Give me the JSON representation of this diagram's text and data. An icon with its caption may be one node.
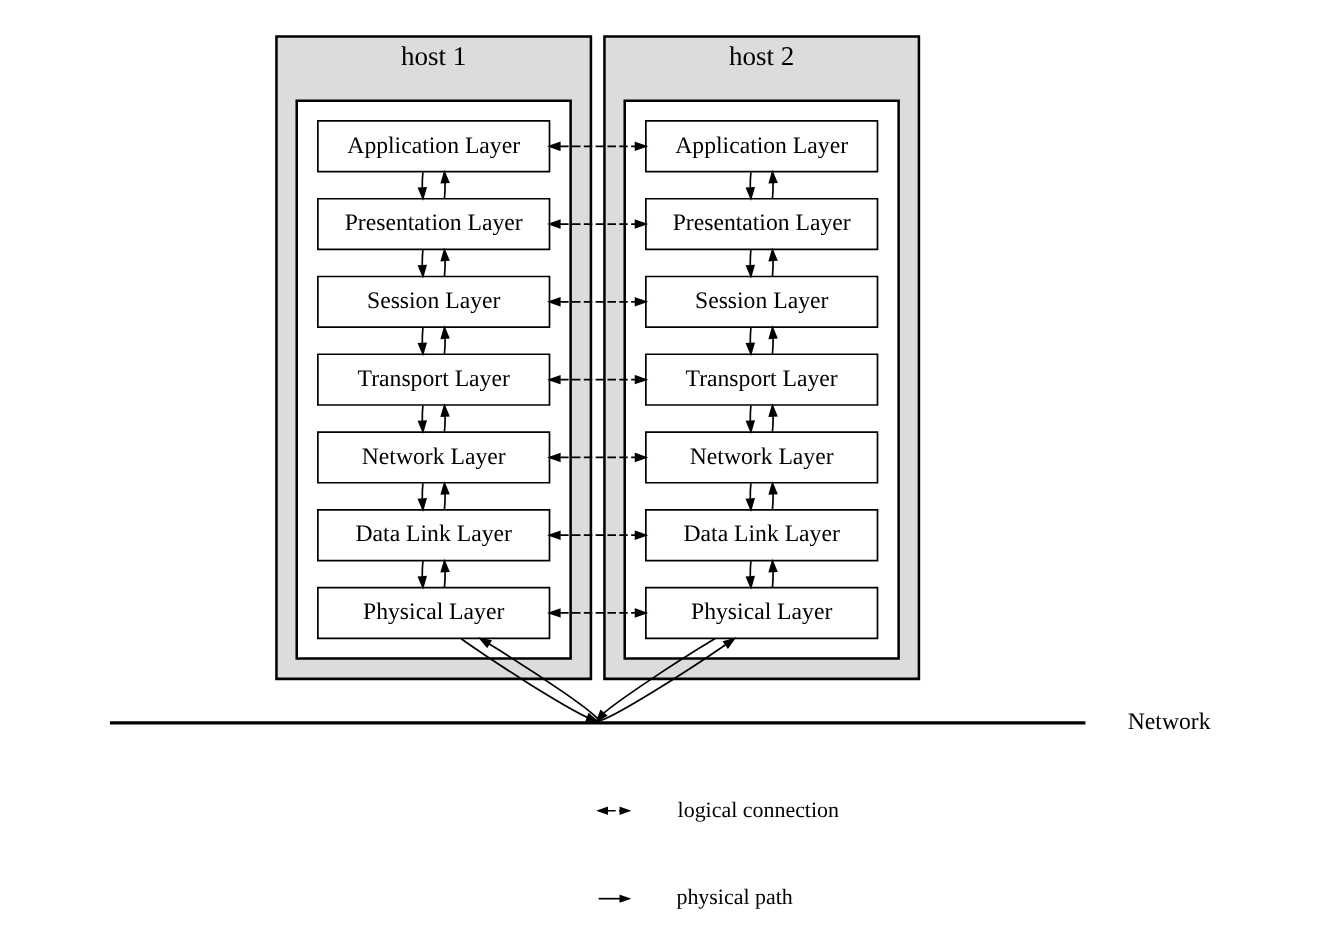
{
  "diagram": {
    "nodes": [
      {
        "text": [
          "host 1"
        ]
      },
      {
        "text": [],
        "shape": "box",
        "in": 0
      },
      {
        "text": [
          "Application Layer"
        ],
        "in": 1
      },
      {
        "text": [
          "Presentation Layer"
        ],
        "in": 1
      },
      {
        "text": [
          "Session Layer"
        ],
        "in": 1
      },
      {
        "text": [
          "Transport Layer"
        ],
        "in": 1
      },
      {
        "text": [
          "Network Layer"
        ],
        "in": 1
      },
      {
        "text": [
          "Data Link Layer"
        ],
        "in": 1
      },
      {
        "text": [
          "Physical Layer"
        ],
        "in": 1
      },
      {
        "text": [
          "host 2"
        ]
      },
      {
        "text": [],
        "shape": "box",
        "in": 9
      },
      {
        "text": [
          "Application Layer"
        ],
        "in": 10
      },
      {
        "text": [
          "Presentation Layer"
        ],
        "in": 10
      },
      {
        "text": [
          "Session Layer"
        ],
        "in": 10
      },
      {
        "text": [
          "Transport Layer"
        ],
        "in": 10
      },
      {
        "text": [
          "Network Layer"
        ],
        "in": 10
      },
      {
        "text": [
          "Data Link Layer"
        ],
        "in": 10
      },
      {
        "text": [
          "Physical Layer"
        ],
        "in": 10
      },
      {
        "text": [],
        "shape": "bar",
        "beside": [
          "Network"
        ]
      }
    ],
    "edges": [
      {
        "from": 2,
        "to": 3,
        "arrow": "to"
      },
      {
        "from": 3,
        "to": 2,
        "arrow": "to"
      },
      {
        "from": 3,
        "to": 4,
        "arrow": "to"
      },
      {
        "from": 4,
        "to": 3,
        "arrow": "to"
      },
      {
        "from": 4,
        "to": 5,
        "arrow": "to"
      },
      {
        "from": 5,
        "to": 4,
        "arrow": "to"
      },
      {
        "from": 5,
        "to": 6,
        "arrow": "to"
      },
      {
        "from": 6,
        "to": 5,
        "arrow": "to"
      },
      {
        "from": 6,
        "to": 7,
        "arrow": "to"
      },
      {
        "from": 7,
        "to": 6,
        "arrow": "to"
      },
      {
        "from": 7,
        "to": 8,
        "arrow": "to"
      },
      {
        "from": 8,
        "to": 7,
        "arrow": "to"
      },
      {
        "from": 8,
        "to": 18,
        "arrow": "to"
      },
      {
        "from": 18,
        "to": 8,
        "arrow": "to"
      },
      {
        "from": 11,
        "to": 12,
        "arrow": "to"
      },
      {
        "from": 12,
        "to": 11,
        "arrow": "to"
      },
      {
        "from": 12,
        "to": 13,
        "arrow": "to"
      },
      {
        "from": 13,
        "to": 12,
        "arrow": "to"
      },
      {
        "from": 13,
        "to": 14,
        "arrow": "to"
      },
      {
        "from": 14,
        "to": 13,
        "arrow": "to"
      },
      {
        "from": 14,
        "to": 15,
        "arrow": "to"
      },
      {
        "from": 15,
        "to": 14,
        "arrow": "to"
      },
      {
        "from": 15,
        "to": 16,
        "arrow": "to"
      },
      {
        "from": 16,
        "to": 15,
        "arrow": "to"
      },
      {
        "from": 16,
        "to": 17,
        "arrow": "to"
      },
      {
        "from": 17,
        "to": 16,
        "arrow": "to"
      },
      {
        "from": 17,
        "to": 18,
        "arrow": "to"
      },
      {
        "from": 18,
        "to": 17,
        "arrow": "to"
      },
      {
        "from": 2,
        "to": 11,
        "arrow": "both",
        "style": "dashed"
      },
      {
        "from": 3,
        "to": 12,
        "arrow": "both",
        "style": "dashed"
      },
      {
        "from": 4,
        "to": 13,
        "arrow": "both",
        "style": "dashed"
      },
      {
        "from": 5,
        "to": 14,
        "arrow": "both",
        "style": "dashed"
      },
      {
        "from": 6,
        "to": 15,
        "arrow": "both",
        "style": "dashed"
      },
      {
        "from": 7,
        "to": 16,
        "arrow": "both",
        "style": "dashed"
      },
      {
        "from": 8,
        "to": 17,
        "arrow": "both",
        "style": "dashed"
      }
    ],
    "legend": [
      {
        "text": "logical connection"
      },
      {
        "text": "physical path"
      }
    ]
  }
}
